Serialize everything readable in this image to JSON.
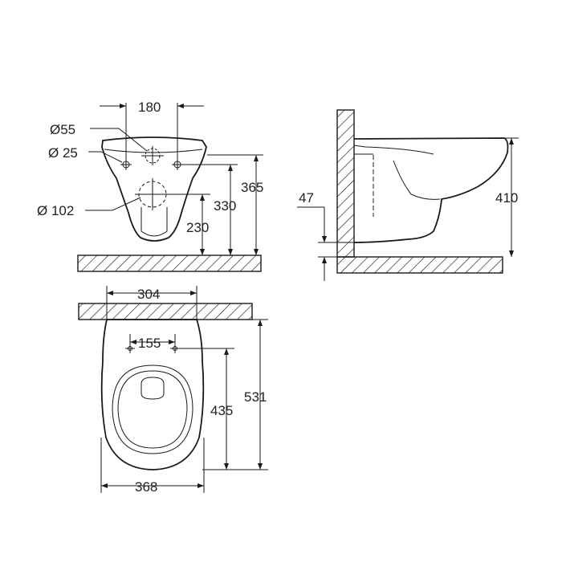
{
  "front_view": {
    "center_spacing": "180",
    "outlet_diameter": "Ø55",
    "bolt_hole_diameter": "Ø 25",
    "inlet_diameter": "Ø 102",
    "outlet_height": "230",
    "hole_height": "330",
    "top_height": "365"
  },
  "side_view": {
    "offset": "47",
    "rim_height": "410"
  },
  "top_view": {
    "back_width": "304",
    "bolt_spacing": "155",
    "depth_to_holes": "435",
    "overall_depth": "531",
    "overall_width": "368"
  },
  "colors": {
    "line": "#1a1a1a",
    "background": "#ffffff"
  }
}
